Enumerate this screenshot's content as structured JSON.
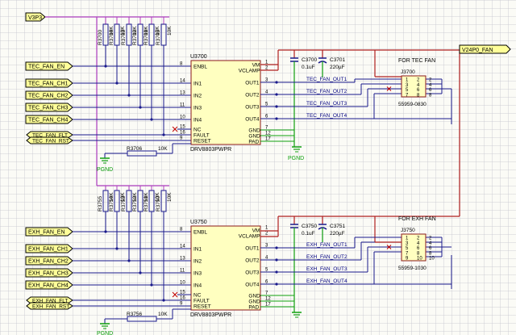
{
  "net_ports": {
    "v3p3": "V3P3",
    "v24": "V24P0_FAN",
    "tec_en": "TEC_FAN_EN",
    "tec_ch1": "TEC_FAN_CH1",
    "tec_ch2": "TEC_FAN_CH2",
    "tec_ch3": "TEC_FAN_CH3",
    "tec_ch4": "TEC_FAN_CH4",
    "tec_flt": "TEC_FAN_FLT",
    "tec_rst": "TEC_FAN_RST",
    "exh_en": "EXH_FAN_EN",
    "exh_ch1": "EXH_FAN_CH1",
    "exh_ch2": "EXH_FAN_CH2",
    "exh_ch3": "EXH_FAN_CH3",
    "exh_ch4": "EXH_FAN_CH4",
    "exh_flt": "EXH_FAN_FLT",
    "exh_rst": "EXH_FAN_RST"
  },
  "tec": {
    "ic_ref": "U3700",
    "ic_part": "DRV8803PWPR",
    "resistors": [
      "R3700",
      "R3704",
      "R3703",
      "R3702",
      "R3701",
      "R3705"
    ],
    "res_value": "10K",
    "r_reset_ref": "R3706",
    "r_reset_val": "10K",
    "c1_ref": "C3700",
    "c1_val": "0.1uF",
    "c2_ref": "C3701",
    "c2_val": "220µF",
    "out_nets": [
      "TEC_FAN_OUT1",
      "TEC_FAN_OUT2",
      "TEC_FAN_OUT3",
      "TEC_FAN_OUT4"
    ],
    "conn_title": "FOR TEC FAN",
    "conn_ref": "J3700",
    "conn_part": "55959-0830",
    "conn_pins_left": [
      "1",
      "3",
      "5",
      "7"
    ],
    "conn_pins_right": [
      "2",
      "4",
      "6",
      "8"
    ]
  },
  "exh": {
    "ic_ref": "U3750",
    "ic_part": "DRV8803PWPR",
    "resistors": [
      "R3755",
      "R3754",
      "R3753",
      "R3752",
      "R3751",
      "R3750"
    ],
    "res_value": "10K",
    "r_reset_ref": "R3756",
    "r_reset_val": "10K",
    "c1_ref": "C3750",
    "c1_val": "0.1uF",
    "c2_ref": "C3751",
    "c2_val": "220µF",
    "out_nets": [
      "EXH_FAN_OUT1",
      "EXH_FAN_OUT2",
      "EXH_FAN_OUT3",
      "EXH_FAN_OUT4"
    ],
    "conn_title": "FOR EXH FAN",
    "conn_ref": "J3750",
    "conn_part": "55959-1030",
    "conn_pins_left": [
      "1",
      "3",
      "5",
      "7",
      "9"
    ],
    "conn_pins_right": [
      "2",
      "4",
      "6",
      "8",
      "10"
    ]
  },
  "ic_pins": {
    "left_names": [
      "ENBL",
      "IN1",
      "IN2",
      "IN3",
      "IN4",
      "NC",
      "FAULT",
      "RESET"
    ],
    "left_nums": [
      "8",
      "14",
      "13",
      "11",
      "10",
      "15",
      "16",
      "9"
    ],
    "right_names": [
      "VM",
      "VCLAMP",
      "OUT1",
      "OUT2",
      "OUT3",
      "OUT4",
      "GND",
      "GND",
      "PAD"
    ],
    "right_nums": [
      "1",
      "2",
      "3",
      "4",
      "5",
      "6",
      "7",
      "12",
      "17"
    ]
  },
  "gnd_label": "PGND",
  "colors": {
    "wire": "#1a1a8c",
    "pullup_bus": "#b040c0",
    "power_bus": "#b02020",
    "gnd": "#10a010",
    "port_fill": "#ffff99",
    "ic_fill": "#ffffc0",
    "text": "#000000",
    "net_text": "#000080",
    "pin_red": "#c00000"
  }
}
